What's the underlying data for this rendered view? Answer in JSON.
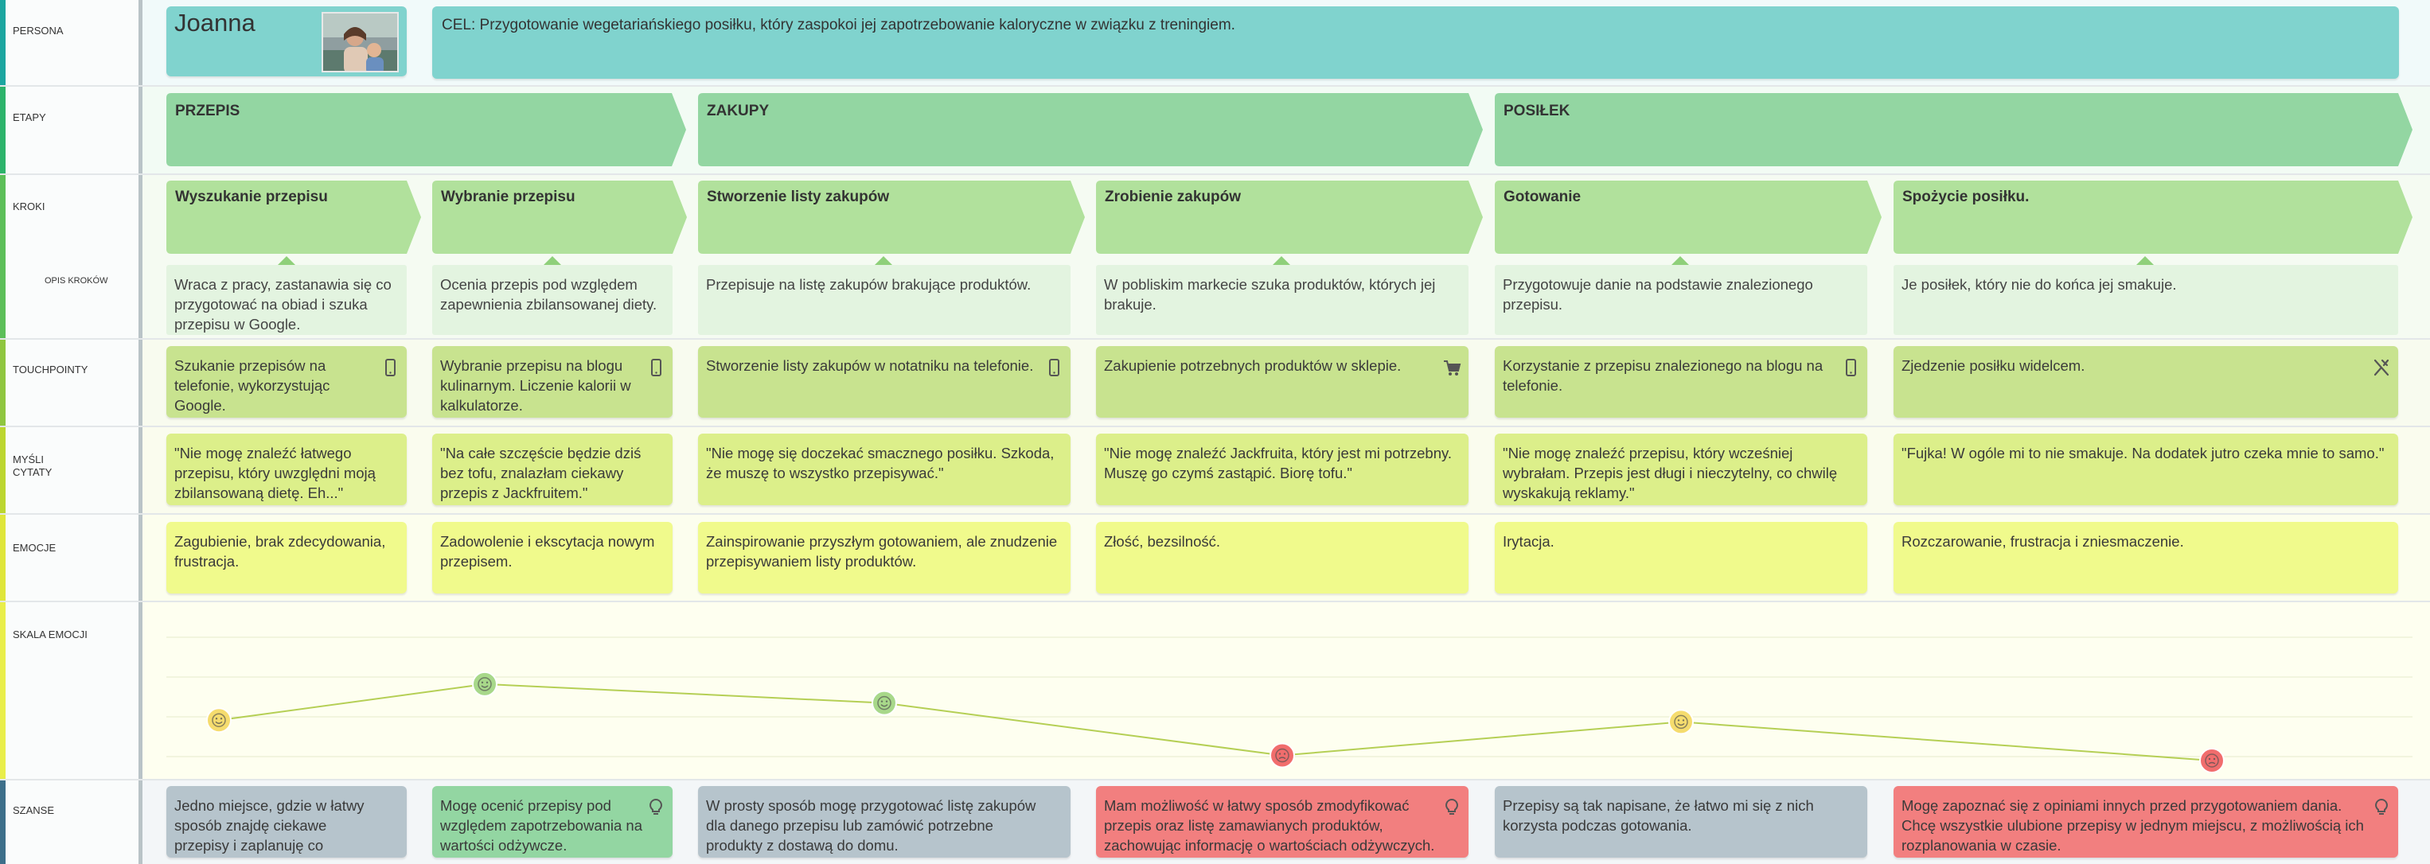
{
  "row_labels": {
    "persona": "PERSONA",
    "stages": "ETAPY",
    "steps": "KROKI",
    "step_descriptions": "OPIS KROKÓW",
    "touchpoints": "TOUCHPOINTY",
    "thoughts_line1": "MYŚLI",
    "thoughts_line2": "CYTATY",
    "emotions": "EMOCJE",
    "emotion_scale": "SKALA EMOCJI",
    "opportunities": "SZANSE"
  },
  "persona": {
    "name": "Joanna",
    "photo_alt": "Joanna photo",
    "goal": "CEL: Przygotowanie wegetariańskiego posiłku, który zaspokoi jej zapotrzebowanie kaloryczne w związku z treningiem."
  },
  "stages": [
    "PRZEPIS",
    "ZAKUPY",
    "POSIŁEK"
  ],
  "steps": [
    {
      "title": "Wyszukanie przepisu",
      "description": "Wraca z pracy, zastanawia się co przygotować na obiad i szuka przepisu w Google."
    },
    {
      "title": "Wybranie przepisu",
      "description": "Ocenia przepis pod względem zapewnienia zbilansowanej diety."
    },
    {
      "title": "Stworzenie listy zakupów",
      "description": "Przepisuje na listę zakupów brakujące produktów."
    },
    {
      "title": "Zrobienie zakupów",
      "description": "W pobliskim markecie szuka produktów, których jej brakuje."
    },
    {
      "title": "Gotowanie",
      "description": "Przygotowuje danie na podstawie znalezionego przepisu."
    },
    {
      "title": "Spożycie posiłku.",
      "description": "Je posiłek, który nie do końca jej smakuje."
    }
  ],
  "touchpoints": [
    {
      "text": "Szukanie przepisów na telefonie, wykorzystując Google.",
      "icon": "smartphone-icon"
    },
    {
      "text": "Wybranie przepisu na blogu kulinarnym. Liczenie kalorii w kalkulatorze.",
      "icon": "smartphone-icon"
    },
    {
      "text": "Stworzenie listy zakupów w notatniku na telefonie.",
      "icon": "smartphone-icon"
    },
    {
      "text": "Zakupienie potrzebnych produktów w sklepie.",
      "icon": "cart-icon"
    },
    {
      "text": "Korzystanie z przepisu znalezionego na blogu na telefonie.",
      "icon": "smartphone-icon"
    },
    {
      "text": "Zjedzenie posiłku widelcem.",
      "icon": "cutlery-icon"
    }
  ],
  "thoughts": [
    "\"Nie mogę znaleźć łatwego przepisu, który uwzględni moją zbilansowaną dietę. Eh...\"",
    "\"Na całe szczęście będzie dziś bez tofu, znalazłam ciekawy przepis z Jackfruitem.\"",
    "\"Nie mogę się doczekać smacznego posiłku. Szkoda, że muszę to wszystko przepisywać.\"",
    "\"Nie mogę znaleźć Jackfruita, który jest mi potrzebny. Muszę go czymś zastąpić. Biorę tofu.\"",
    "\"Nie mogę znaleźć przepisu, który wcześniej wybrałam. Przepis jest długi i nieczytelny, co chwilę wyskakują reklamy.\"",
    "\"Fujka! W ogóle mi to nie smakuje. Na dodatek jutro czeka mnie to samo.\""
  ],
  "emotions": [
    "Zagubienie, brak zdecydowania, frustracja.",
    "Zadowolenie i ekscytacja nowym przepisem.",
    "Zainspirowanie przyszłym gotowaniem, ale znudzenie przepisywaniem listy produktów.",
    "Złość, bezsilność.",
    "Irytacja.",
    "Rozczarowanie, frustracja i zniesmaczenie."
  ],
  "emotion_scale": {
    "levels": [
      0.47,
      0.89,
      0.67,
      0.06,
      0.45,
      0.0
    ],
    "moods": [
      "neutral",
      "positive",
      "positive",
      "negative",
      "neutral",
      "negative"
    ],
    "colors": {
      "neutral": "#f5dc6e",
      "positive": "#a8d88a",
      "negative": "#f16d6d",
      "line": "#b5cf55"
    }
  },
  "opportunities": [
    {
      "text": "Jedno miejsce, gdzie w łatwy sposób znajdę ciekawe przepisy i zaplanuję co ugotować.",
      "color": "#b6c4cc",
      "icon": ""
    },
    {
      "text": "Mogę ocenić przepisy pod względem zapotrzebowania na wartości odżywcze.",
      "color": "#93d6a2",
      "icon": "lightbulb-icon"
    },
    {
      "text": "W prosty sposób mogę przygotować listę zakupów dla danego przepisu lub zamówić potrzebne produkty z dostawą do domu.",
      "color": "#b6c4cc",
      "icon": ""
    },
    {
      "text": "Mam możliwość w łatwy sposób zmodyfikować przepis oraz listę zamawianych produktów, zachowując informację o wartościach odżywczych.",
      "color": "#f27f7f",
      "icon": "lightbulb-icon"
    },
    {
      "text": "Przepisy są tak napisane, że łatwo mi się z nich korzysta podczas gotowania.",
      "color": "#b6c4cc",
      "icon": ""
    },
    {
      "text": "Mogę zapoznać się z opiniami innych przed przygotowaniem dania. Chcę wszystkie ulubione przepisy w jednym miejscu, z możliwością ich rozplanowania w czasie.",
      "color": "#f27f7f",
      "icon": "lightbulb-icon"
    }
  ],
  "colors": {
    "persona_card": "#80d3ce",
    "stage": "#93d6a2",
    "step": "#b1e19c",
    "description": "#e3f4e0",
    "touchpoint": "#c8e38f",
    "thought": "#dcef8a",
    "emotion": "#f0fa8c"
  }
}
